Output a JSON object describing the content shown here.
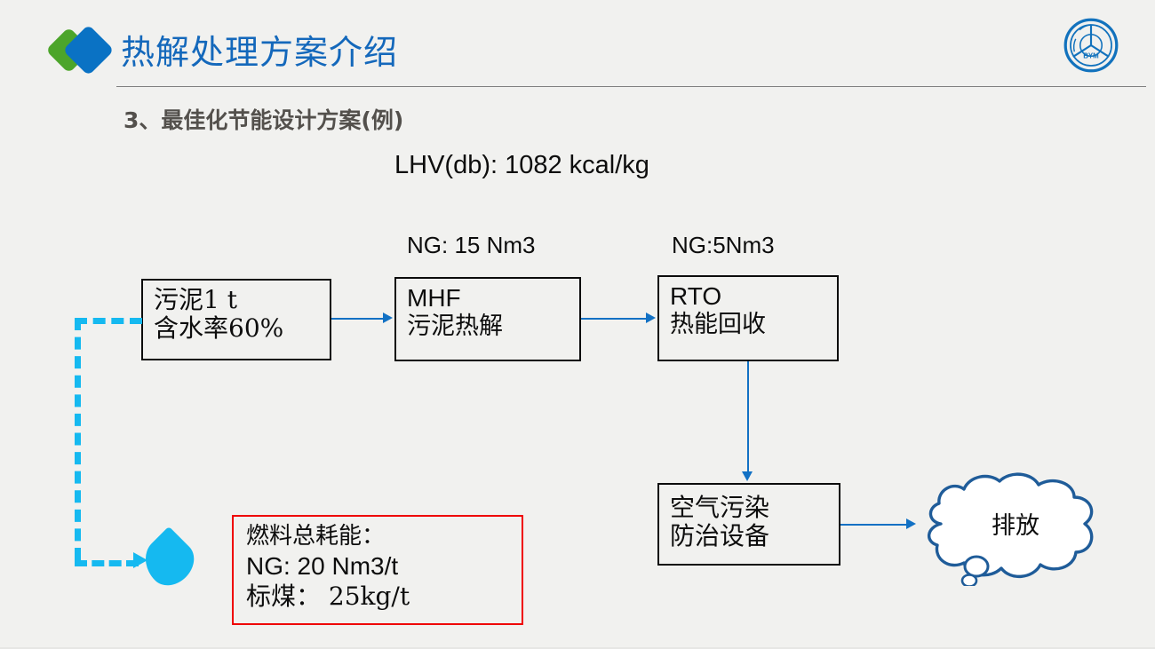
{
  "header": {
    "title": "热解处理方案介绍",
    "logo_icon": "diamond-pair-logo",
    "corp_logo_icon": "bym-circular-logo",
    "corp_logo_text": "BYM",
    "title_color": "#1468bb",
    "rule_color": "#808080"
  },
  "subtitle": "3、最佳化节能设计方案(例)",
  "labels": {
    "lhv": "LHV(db): 1082 kcal/kg",
    "ng_mhf": "NG: 15 Nm3",
    "ng_rto": "NG:5Nm3"
  },
  "boxes": {
    "sludge": {
      "line1": "污泥1 t",
      "line2": "含水率60%"
    },
    "mhf": {
      "line1": "MHF",
      "line2": "污泥热解"
    },
    "rto": {
      "line1": "RTO",
      "line2": "热能回收"
    },
    "apc": {
      "line1": "空气污染",
      "line2": "防治设备"
    }
  },
  "summary": {
    "line1": "燃料总耗能：",
    "line2": "NG: 20 Nm3/t",
    "line3": "标煤： 25kg/t",
    "border_color": "#ef0000"
  },
  "cloud": {
    "label": "排放",
    "outline_color": "#1f5c99"
  },
  "recycle": {
    "icon": "water-droplet-icon",
    "color": "#15b9f0"
  },
  "connector_color": "#1271c4",
  "background_color": "#f1f1ef"
}
